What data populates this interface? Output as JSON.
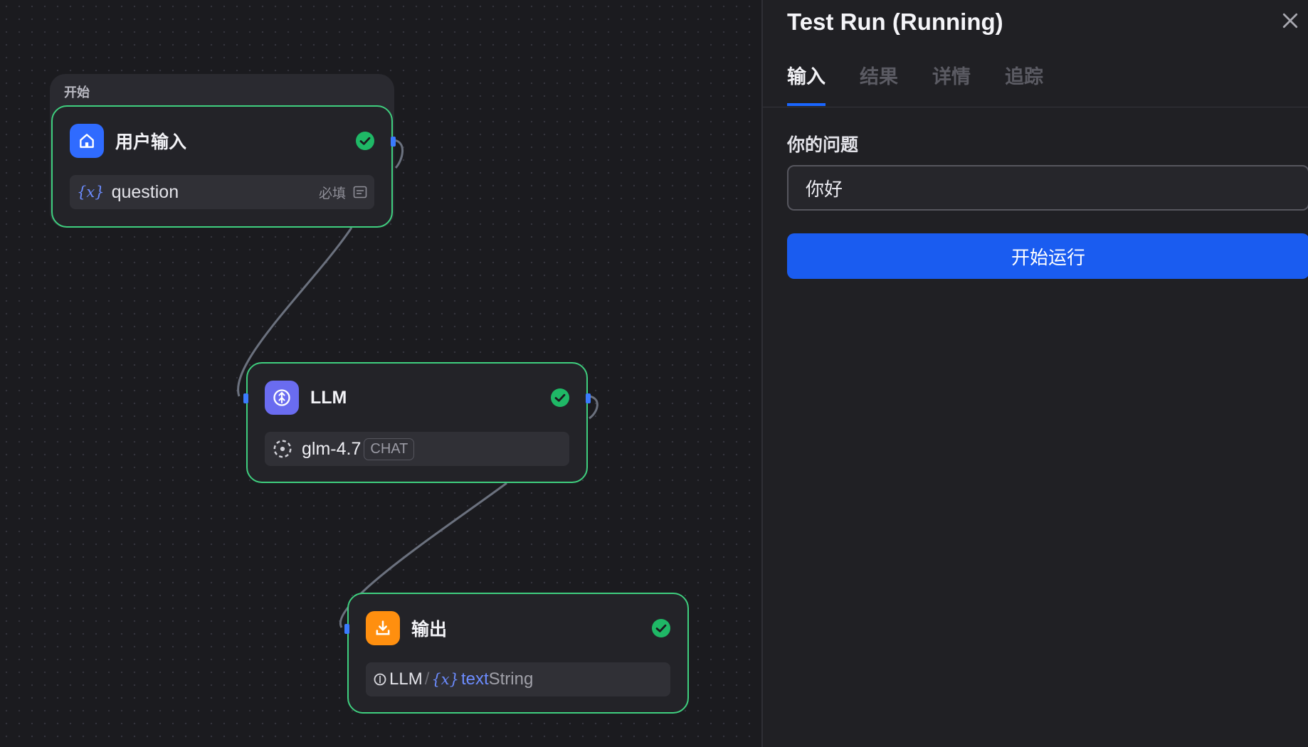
{
  "workflow": {
    "group_title": "开始",
    "nodes": {
      "start": {
        "title": "用户输入",
        "row": {
          "variable_glyph": "{x}",
          "variable": "question",
          "required": "必填"
        }
      },
      "llm": {
        "title": "LLM",
        "row": {
          "model": "glm-4.7",
          "badge": "CHAT"
        }
      },
      "output": {
        "title": "输出",
        "row": {
          "source_node": "LLM",
          "separator": "/",
          "variable_glyph": "{x}",
          "variable": "text",
          "type": "String"
        }
      }
    }
  },
  "panel": {
    "title": "Test Run (Running)",
    "tabs": [
      {
        "label": "输入",
        "active": true
      },
      {
        "label": "结果",
        "active": false
      },
      {
        "label": "详情",
        "active": false
      },
      {
        "label": "追踪",
        "active": false
      }
    ],
    "field": {
      "label": "你的问题",
      "value": "你好"
    },
    "run_button": "开始运行"
  },
  "colors": {
    "accent": "#1a5cf0",
    "success": "#1fb866",
    "node_border": "#3fcf7f",
    "start_icon_bg": "#2f6bff",
    "llm_icon_bg": "#6a6cf0",
    "output_icon_bg": "#ff8f0f"
  },
  "icons": {
    "start": "home-icon",
    "llm": "llm-icon",
    "output": "output-icon",
    "status": "check-circle-icon",
    "close": "close-icon"
  }
}
